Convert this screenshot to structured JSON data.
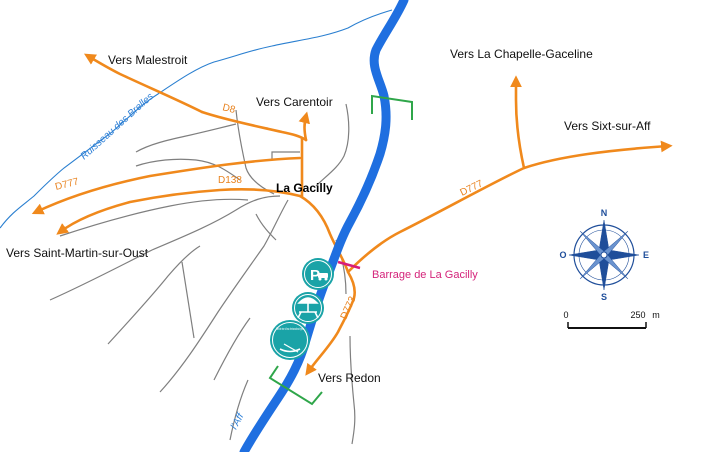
{
  "colors": {
    "road": "#f0891c",
    "river": "#1f6fe0",
    "stream": "#2a7fd0",
    "minor_road": "#7f7f7f",
    "dam": "#d81b7a",
    "bracket": "#2fa64a",
    "poi": "#1aa3a7",
    "compass": "#1f4e9a"
  },
  "destinations": {
    "malestroit": "Vers Malestroit",
    "carentoir": "Vers Carentoir",
    "saint_martin": "Vers Saint-Martin-sur-Oust",
    "chapelle": "Vers La Chapelle-Gaceline",
    "sixt": "Vers Sixt-sur-Aff",
    "redon": "Vers Redon"
  },
  "roads": {
    "d8": "D8",
    "d777_west": "D777",
    "d138": "D138",
    "d777_east": "D777",
    "d773": "D773"
  },
  "town": "La Gacilly",
  "dam_label": "Barrage de La Gacilly",
  "rivers": {
    "stream": "Ruisseau des Brelles",
    "aff": "l'Aff"
  },
  "poi": {
    "parking_icon": "parking-car-icon",
    "picnic_icon": "picnic-icon",
    "canoe_label": "Point de mise à l'eau d'embarcations légères",
    "canoe_icon": "canoe-launch-icon"
  },
  "compass": {
    "n": "N",
    "s": "S",
    "e": "E",
    "o": "O"
  },
  "scale": {
    "start": "0",
    "end": "250",
    "unit": "m"
  }
}
